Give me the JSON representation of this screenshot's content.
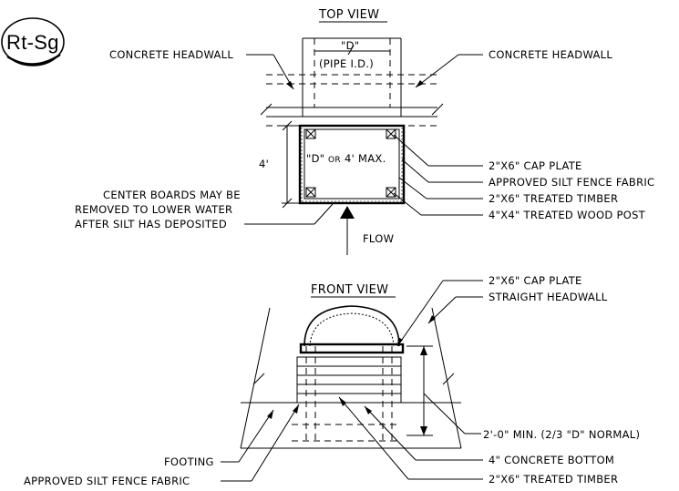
{
  "logo": {
    "text": "Rt-Sg"
  },
  "top_view": {
    "title": "TOP VIEW",
    "labels": {
      "concrete_headwall_left": "CONCRETE HEADWALL",
      "concrete_headwall_right": "CONCRETE HEADWALL",
      "pipe_d": "\"D\"",
      "pipe_id": "(PIPE I.D.)",
      "dim_4": "4'",
      "d_or_4_max_a": "\"D\"",
      "d_or_4_max_b": "OR",
      "d_or_4_max_c": "4' MAX.",
      "cap_plate": "2\"X6\" CAP PLATE",
      "silt_fence": "APPROVED SILT FENCE FABRIC",
      "treated_timber": "2\"X6\" TREATED TIMBER",
      "wood_post": "4\"X4\" TREATED WOOD POST",
      "center_boards_1": "CENTER BOARDS MAY BE",
      "center_boards_2": "REMOVED TO LOWER WATER",
      "center_boards_3": "AFTER SILT HAS DEPOSITED",
      "flow": "FLOW"
    }
  },
  "front_view": {
    "title": "FRONT VIEW",
    "labels": {
      "cap_plate": "2\"X6\" CAP PLATE",
      "straight_headwall": "STRAIGHT HEADWALL",
      "min_height": "2'-0\" MIN. (2/3 \"D\" NORMAL)",
      "concrete_bottom": "4\" CONCRETE BOTTOM",
      "treated_timber": "2\"X6\" TREATED TIMBER",
      "footing": "FOOTING",
      "silt_fence": "APPROVED SILT FENCE FABRIC"
    }
  }
}
